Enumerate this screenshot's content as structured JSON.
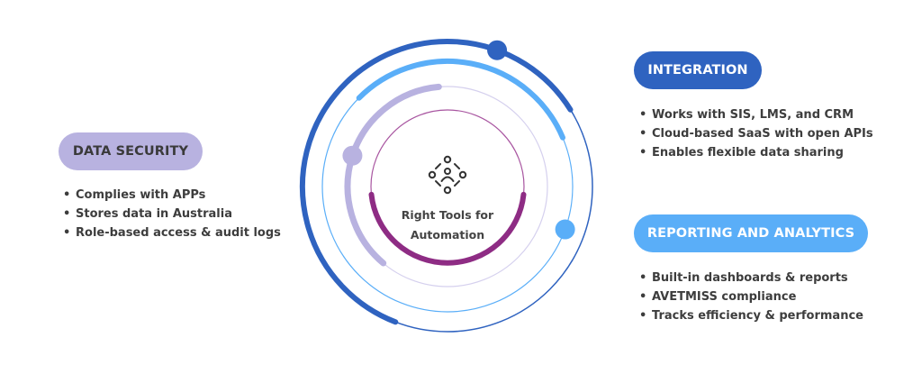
{
  "center": {
    "icon": "connected-user-network-icon",
    "label_line1": "Right Tools for",
    "label_line2": "Automation"
  },
  "sections": {
    "data_security": {
      "title": "DATA SECURITY",
      "color": "#B8B2E0",
      "text_color": "#3a3a3a",
      "items": [
        "Complies with APPs",
        "Stores data in Australia",
        "Role-based access & audit logs"
      ]
    },
    "integration": {
      "title": "INTEGRATION",
      "color": "#2F63C0",
      "text_color": "#ffffff",
      "items": [
        "Works with SIS, LMS, and CRM",
        "Cloud-based SaaS with open APIs",
        "Enables flexible data sharing"
      ]
    },
    "reporting": {
      "title": "REPORTING AND ANALYTICS",
      "color": "#5AAEF8",
      "text_color": "#ffffff",
      "items": [
        "Built-in dashboards & reports",
        "AVETMISS compliance",
        "Tracks efficiency & performance"
      ]
    }
  },
  "rings": {
    "outer": "#2F63C0",
    "light_blue": "#5AAEF8",
    "lavender": "#B8B2E0",
    "purple": "#8E2C84"
  }
}
